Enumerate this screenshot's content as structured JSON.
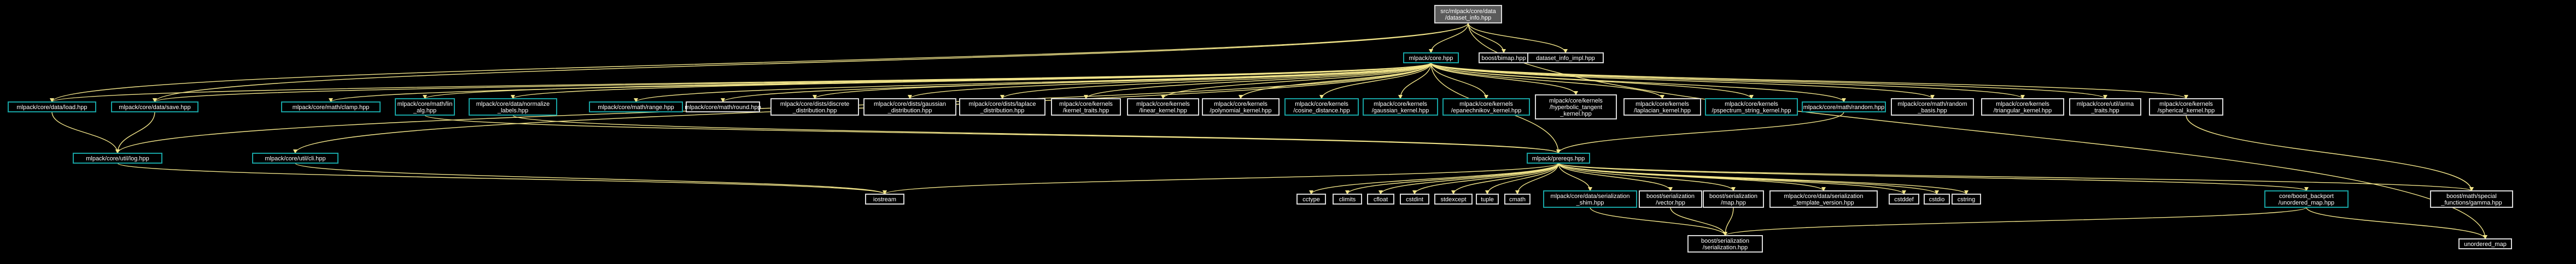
{
  "diagram": {
    "title": "",
    "colors": {
      "background": "#000000",
      "edge": "#f2e58a",
      "node_text": "#ffffff",
      "node_border_default": "#d9d9d9",
      "node_border_documented": "#17a3a3",
      "root_fill": "#5a5a5a",
      "node_fill": "#000000"
    },
    "nodes": [
      {
        "id": "root",
        "label": "src/mlpack/core/data\n/dataset_info.hpp",
        "kind": "root",
        "interactive": false
      },
      {
        "id": "core",
        "label": "mlpack/core.hpp",
        "kind": "documented",
        "interactive": true
      },
      {
        "id": "bimap",
        "label": "boost/bimap.hpp",
        "kind": "external",
        "interactive": false
      },
      {
        "id": "dsimpl",
        "label": "dataset_info_impl.hpp",
        "kind": "external",
        "interactive": false
      },
      {
        "id": "load",
        "label": "mlpack/core/data/load.hpp",
        "kind": "documented",
        "interactive": true
      },
      {
        "id": "save",
        "label": "mlpack/core/data/save.hpp",
        "kind": "documented",
        "interactive": true
      },
      {
        "id": "clamp",
        "label": "mlpack/core/math/clamp.hpp",
        "kind": "documented",
        "interactive": true
      },
      {
        "id": "lin",
        "label": "mlpack/core/math/lin\n_alg.hpp",
        "kind": "documented",
        "interactive": true
      },
      {
        "id": "normalize",
        "label": "mlpack/core/data/normalize\n_labels.hpp",
        "kind": "documented",
        "interactive": true
      },
      {
        "id": "range",
        "label": "mlpack/core/math/range.hpp",
        "kind": "documented",
        "interactive": true
      },
      {
        "id": "round",
        "label": "mlpack/core/math/round.hpp",
        "kind": "external",
        "interactive": false
      },
      {
        "id": "discrete",
        "label": "mlpack/core/dists/discrete\n_distribution.hpp",
        "kind": "external",
        "interactive": false
      },
      {
        "id": "gaussian",
        "label": "mlpack/core/dists/gaussian\n_distribution.hpp",
        "kind": "external",
        "interactive": false
      },
      {
        "id": "laplace",
        "label": "mlpack/core/dists/laplace\n_distribution.hpp",
        "kind": "external",
        "interactive": false
      },
      {
        "id": "ktraits",
        "label": "mlpack/core/kernels\n/kernel_traits.hpp",
        "kind": "external",
        "interactive": false
      },
      {
        "id": "linear",
        "label": "mlpack/core/kernels\n/linear_kernel.hpp",
        "kind": "external",
        "interactive": false
      },
      {
        "id": "poly",
        "label": "mlpack/core/kernels\n/polynomial_kernel.hpp",
        "kind": "external",
        "interactive": false
      },
      {
        "id": "cosine",
        "label": "mlpack/core/kernels\n/cosine_distance.hpp",
        "kind": "documented",
        "interactive": true
      },
      {
        "id": "gk",
        "label": "mlpack/core/kernels\n/gaussian_kernel.hpp",
        "kind": "documented",
        "interactive": true
      },
      {
        "id": "epan",
        "label": "mlpack/core/kernels\n/epanechnikov_kernel.hpp",
        "kind": "documented",
        "interactive": true
      },
      {
        "id": "hyper",
        "label": "mlpack/core/kernels\n/hyperbolic_tangent\n_kernel.hpp",
        "kind": "external",
        "interactive": false
      },
      {
        "id": "lapk",
        "label": "mlpack/core/kernels\n/laplacian_kernel.hpp",
        "kind": "external",
        "interactive": false
      },
      {
        "id": "pspec",
        "label": "mlpack/core/kernels\n/pspectrum_string_kernel.hpp",
        "kind": "documented",
        "interactive": true
      },
      {
        "id": "random",
        "label": "mlpack/core/math/random.hpp",
        "kind": "documented",
        "interactive": true
      },
      {
        "id": "rbasis",
        "label": "mlpack/core/math/random\n_basis.hpp",
        "kind": "external",
        "interactive": false
      },
      {
        "id": "tri",
        "label": "mlpack/core/kernels\n/triangular_kernel.hpp",
        "kind": "external",
        "interactive": false
      },
      {
        "id": "arma",
        "label": "mlpack/core/util/arma\n_traits.hpp",
        "kind": "external",
        "interactive": false
      },
      {
        "id": "spherical",
        "label": "mlpack/core/kernels\n/spherical_kernel.hpp",
        "kind": "external",
        "interactive": false
      },
      {
        "id": "log",
        "label": "mlpack/core/util/log.hpp",
        "kind": "documented",
        "interactive": true
      },
      {
        "id": "cli",
        "label": "mlpack/core/util/cli.hpp",
        "kind": "documented",
        "interactive": true
      },
      {
        "id": "prereqs",
        "label": "mlpack/prereqs.hpp",
        "kind": "documented",
        "interactive": true
      },
      {
        "id": "iostream",
        "label": "iostream",
        "kind": "external",
        "interactive": false
      },
      {
        "id": "cctype",
        "label": "cctype",
        "kind": "external",
        "interactive": false
      },
      {
        "id": "climits",
        "label": "climits",
        "kind": "external",
        "interactive": false
      },
      {
        "id": "cfloat",
        "label": "cfloat",
        "kind": "external",
        "interactive": false
      },
      {
        "id": "cstdint",
        "label": "cstdint",
        "kind": "external",
        "interactive": false
      },
      {
        "id": "stdexcept",
        "label": "stdexcept",
        "kind": "external",
        "interactive": false
      },
      {
        "id": "tuple",
        "label": "tuple",
        "kind": "external",
        "interactive": false
      },
      {
        "id": "cmath",
        "label": "cmath",
        "kind": "external",
        "interactive": false
      },
      {
        "id": "sershim",
        "label": "mlpack/core/data/serialization\n_shim.hpp",
        "kind": "documented",
        "interactive": true
      },
      {
        "id": "bvec",
        "label": "boost/serialization\n/vector.hpp",
        "kind": "external",
        "interactive": false
      },
      {
        "id": "bmap",
        "label": "boost/serialization\n/map.hpp",
        "kind": "external",
        "interactive": false
      },
      {
        "id": "sertpl",
        "label": "mlpack/core/data/serialization\n_template_version.hpp",
        "kind": "external",
        "interactive": false
      },
      {
        "id": "cstddef",
        "label": "cstddef",
        "kind": "external",
        "interactive": false
      },
      {
        "id": "cstdio",
        "label": "cstdio",
        "kind": "external",
        "interactive": false
      },
      {
        "id": "cstring",
        "label": "cstring",
        "kind": "external",
        "interactive": false
      },
      {
        "id": "backport",
        "label": "core/boost_backport\n/unordered_map.hpp",
        "kind": "documented",
        "interactive": true
      },
      {
        "id": "gammaf",
        "label": "boost/math/special\n_functions/gamma.hpp",
        "kind": "external",
        "interactive": false
      },
      {
        "id": "bser",
        "label": "boost/serialization\n/serialization.hpp",
        "kind": "external",
        "interactive": false
      },
      {
        "id": "umap",
        "label": "unordered_map",
        "kind": "external",
        "interactive": false
      }
    ],
    "edges": [
      [
        "root",
        "core"
      ],
      [
        "root",
        "bimap"
      ],
      [
        "root",
        "dsimpl"
      ],
      [
        "root",
        "load"
      ],
      [
        "root",
        "save"
      ],
      [
        "root",
        "umap"
      ],
      [
        "core",
        "load"
      ],
      [
        "core",
        "save"
      ],
      [
        "core",
        "clamp"
      ],
      [
        "core",
        "lin"
      ],
      [
        "core",
        "normalize"
      ],
      [
        "core",
        "range"
      ],
      [
        "core",
        "round"
      ],
      [
        "core",
        "discrete"
      ],
      [
        "core",
        "gaussian"
      ],
      [
        "core",
        "laplace"
      ],
      [
        "core",
        "ktraits"
      ],
      [
        "core",
        "linear"
      ],
      [
        "core",
        "poly"
      ],
      [
        "core",
        "cosine"
      ],
      [
        "core",
        "gk"
      ],
      [
        "core",
        "epan"
      ],
      [
        "core",
        "hyper"
      ],
      [
        "core",
        "lapk"
      ],
      [
        "core",
        "pspec"
      ],
      [
        "core",
        "random"
      ],
      [
        "core",
        "rbasis"
      ],
      [
        "core",
        "tri"
      ],
      [
        "core",
        "arma"
      ],
      [
        "core",
        "spherical"
      ],
      [
        "core",
        "log"
      ],
      [
        "core",
        "cli"
      ],
      [
        "core",
        "prereqs"
      ],
      [
        "load",
        "log"
      ],
      [
        "save",
        "log"
      ],
      [
        "cli",
        "iostream"
      ],
      [
        "log",
        "iostream"
      ],
      [
        "lin",
        "prereqs"
      ],
      [
        "normalize",
        "prereqs"
      ],
      [
        "spherical",
        "gammaf"
      ],
      [
        "random",
        "prereqs"
      ],
      [
        "prereqs",
        "iostream"
      ],
      [
        "prereqs",
        "cctype"
      ],
      [
        "prereqs",
        "climits"
      ],
      [
        "prereqs",
        "cfloat"
      ],
      [
        "prereqs",
        "cstdint"
      ],
      [
        "prereqs",
        "stdexcept"
      ],
      [
        "prereqs",
        "tuple"
      ],
      [
        "prereqs",
        "cmath"
      ],
      [
        "prereqs",
        "sershim"
      ],
      [
        "prereqs",
        "bvec"
      ],
      [
        "prereqs",
        "bmap"
      ],
      [
        "prereqs",
        "sertpl"
      ],
      [
        "prereqs",
        "cstddef"
      ],
      [
        "prereqs",
        "cstdio"
      ],
      [
        "prereqs",
        "cstring"
      ],
      [
        "prereqs",
        "backport"
      ],
      [
        "prereqs",
        "gammaf"
      ],
      [
        "sershim",
        "bser"
      ],
      [
        "bvec",
        "bser"
      ],
      [
        "bmap",
        "bser"
      ],
      [
        "backport",
        "bser"
      ],
      [
        "backport",
        "umap"
      ]
    ]
  }
}
